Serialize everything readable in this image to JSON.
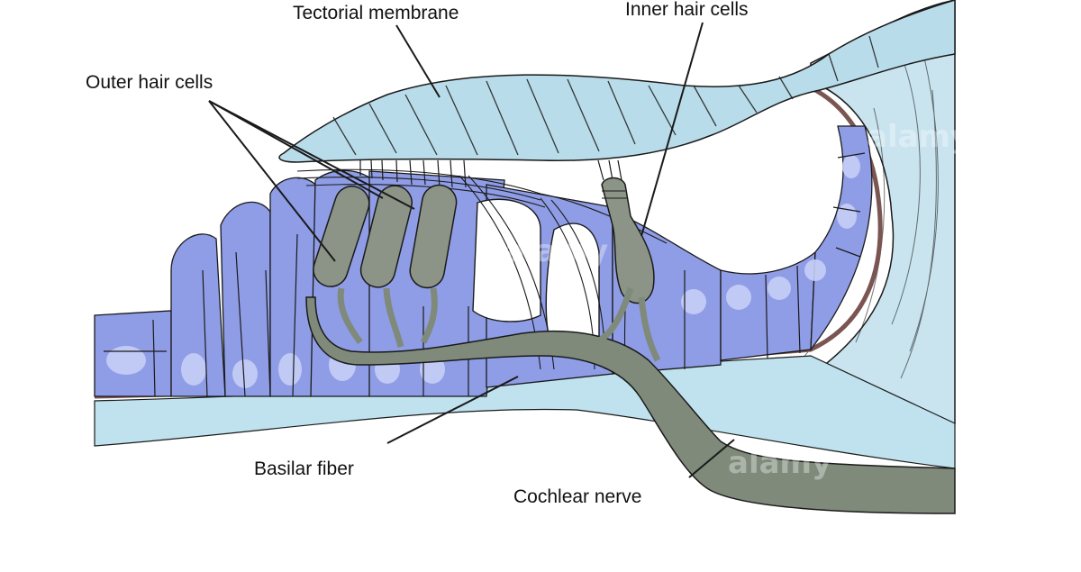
{
  "labels": {
    "tectorial_membrane": "Tectorial membrane",
    "inner_hair_cells": "Inner hair cells",
    "outer_hair_cells": "Outer hair cells",
    "basilar_fiber": "Basilar fiber",
    "cochlear_nerve": "Cochlear nerve"
  },
  "watermark": "alamy",
  "colors": {
    "cell_fill": "#8f9de6",
    "cell_highlight": "#c7cef7",
    "membrane": "#b9dcea",
    "bone": "#c9e4ef",
    "hair_cell": "#8b9486",
    "nerve": "#7f8a7b",
    "basement": "#7a5552",
    "outline": "#1a1a1a"
  }
}
